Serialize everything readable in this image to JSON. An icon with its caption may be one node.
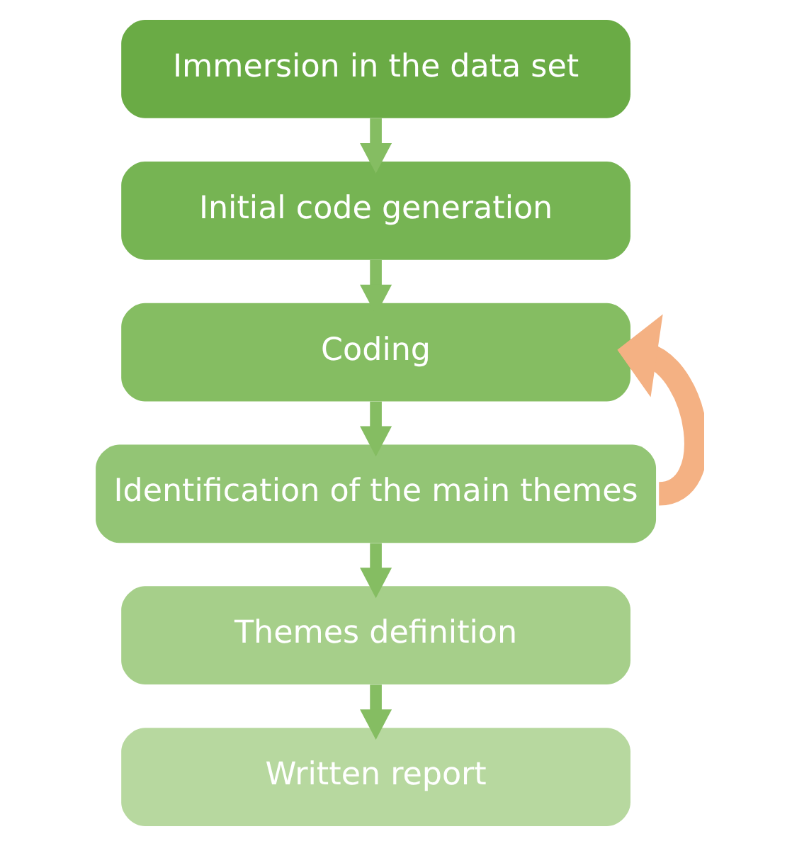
{
  "diagram": {
    "nodes": [
      {
        "text": [
          "Immersion in the data set"
        ]
      },
      {
        "text": [
          "Initial code generation"
        ]
      },
      {
        "text": [
          "Coding"
        ]
      },
      {
        "text": [
          "Identification of the main themes"
        ]
      },
      {
        "text": [
          "Themes definition"
        ]
      },
      {
        "text": [
          "Written report"
        ]
      }
    ],
    "edges": [
      {
        "from": 0,
        "to": 1,
        "arrow": "to"
      },
      {
        "from": 1,
        "to": 2,
        "arrow": "to"
      },
      {
        "from": 2,
        "to": 3,
        "arrow": "to"
      },
      {
        "from": 3,
        "to": 4,
        "arrow": "to"
      },
      {
        "from": 4,
        "to": 5,
        "arrow": "to"
      },
      {
        "from": 3,
        "to": 2,
        "arrow": "to",
        "style": "thick",
        "color": "#f4b183"
      }
    ]
  }
}
